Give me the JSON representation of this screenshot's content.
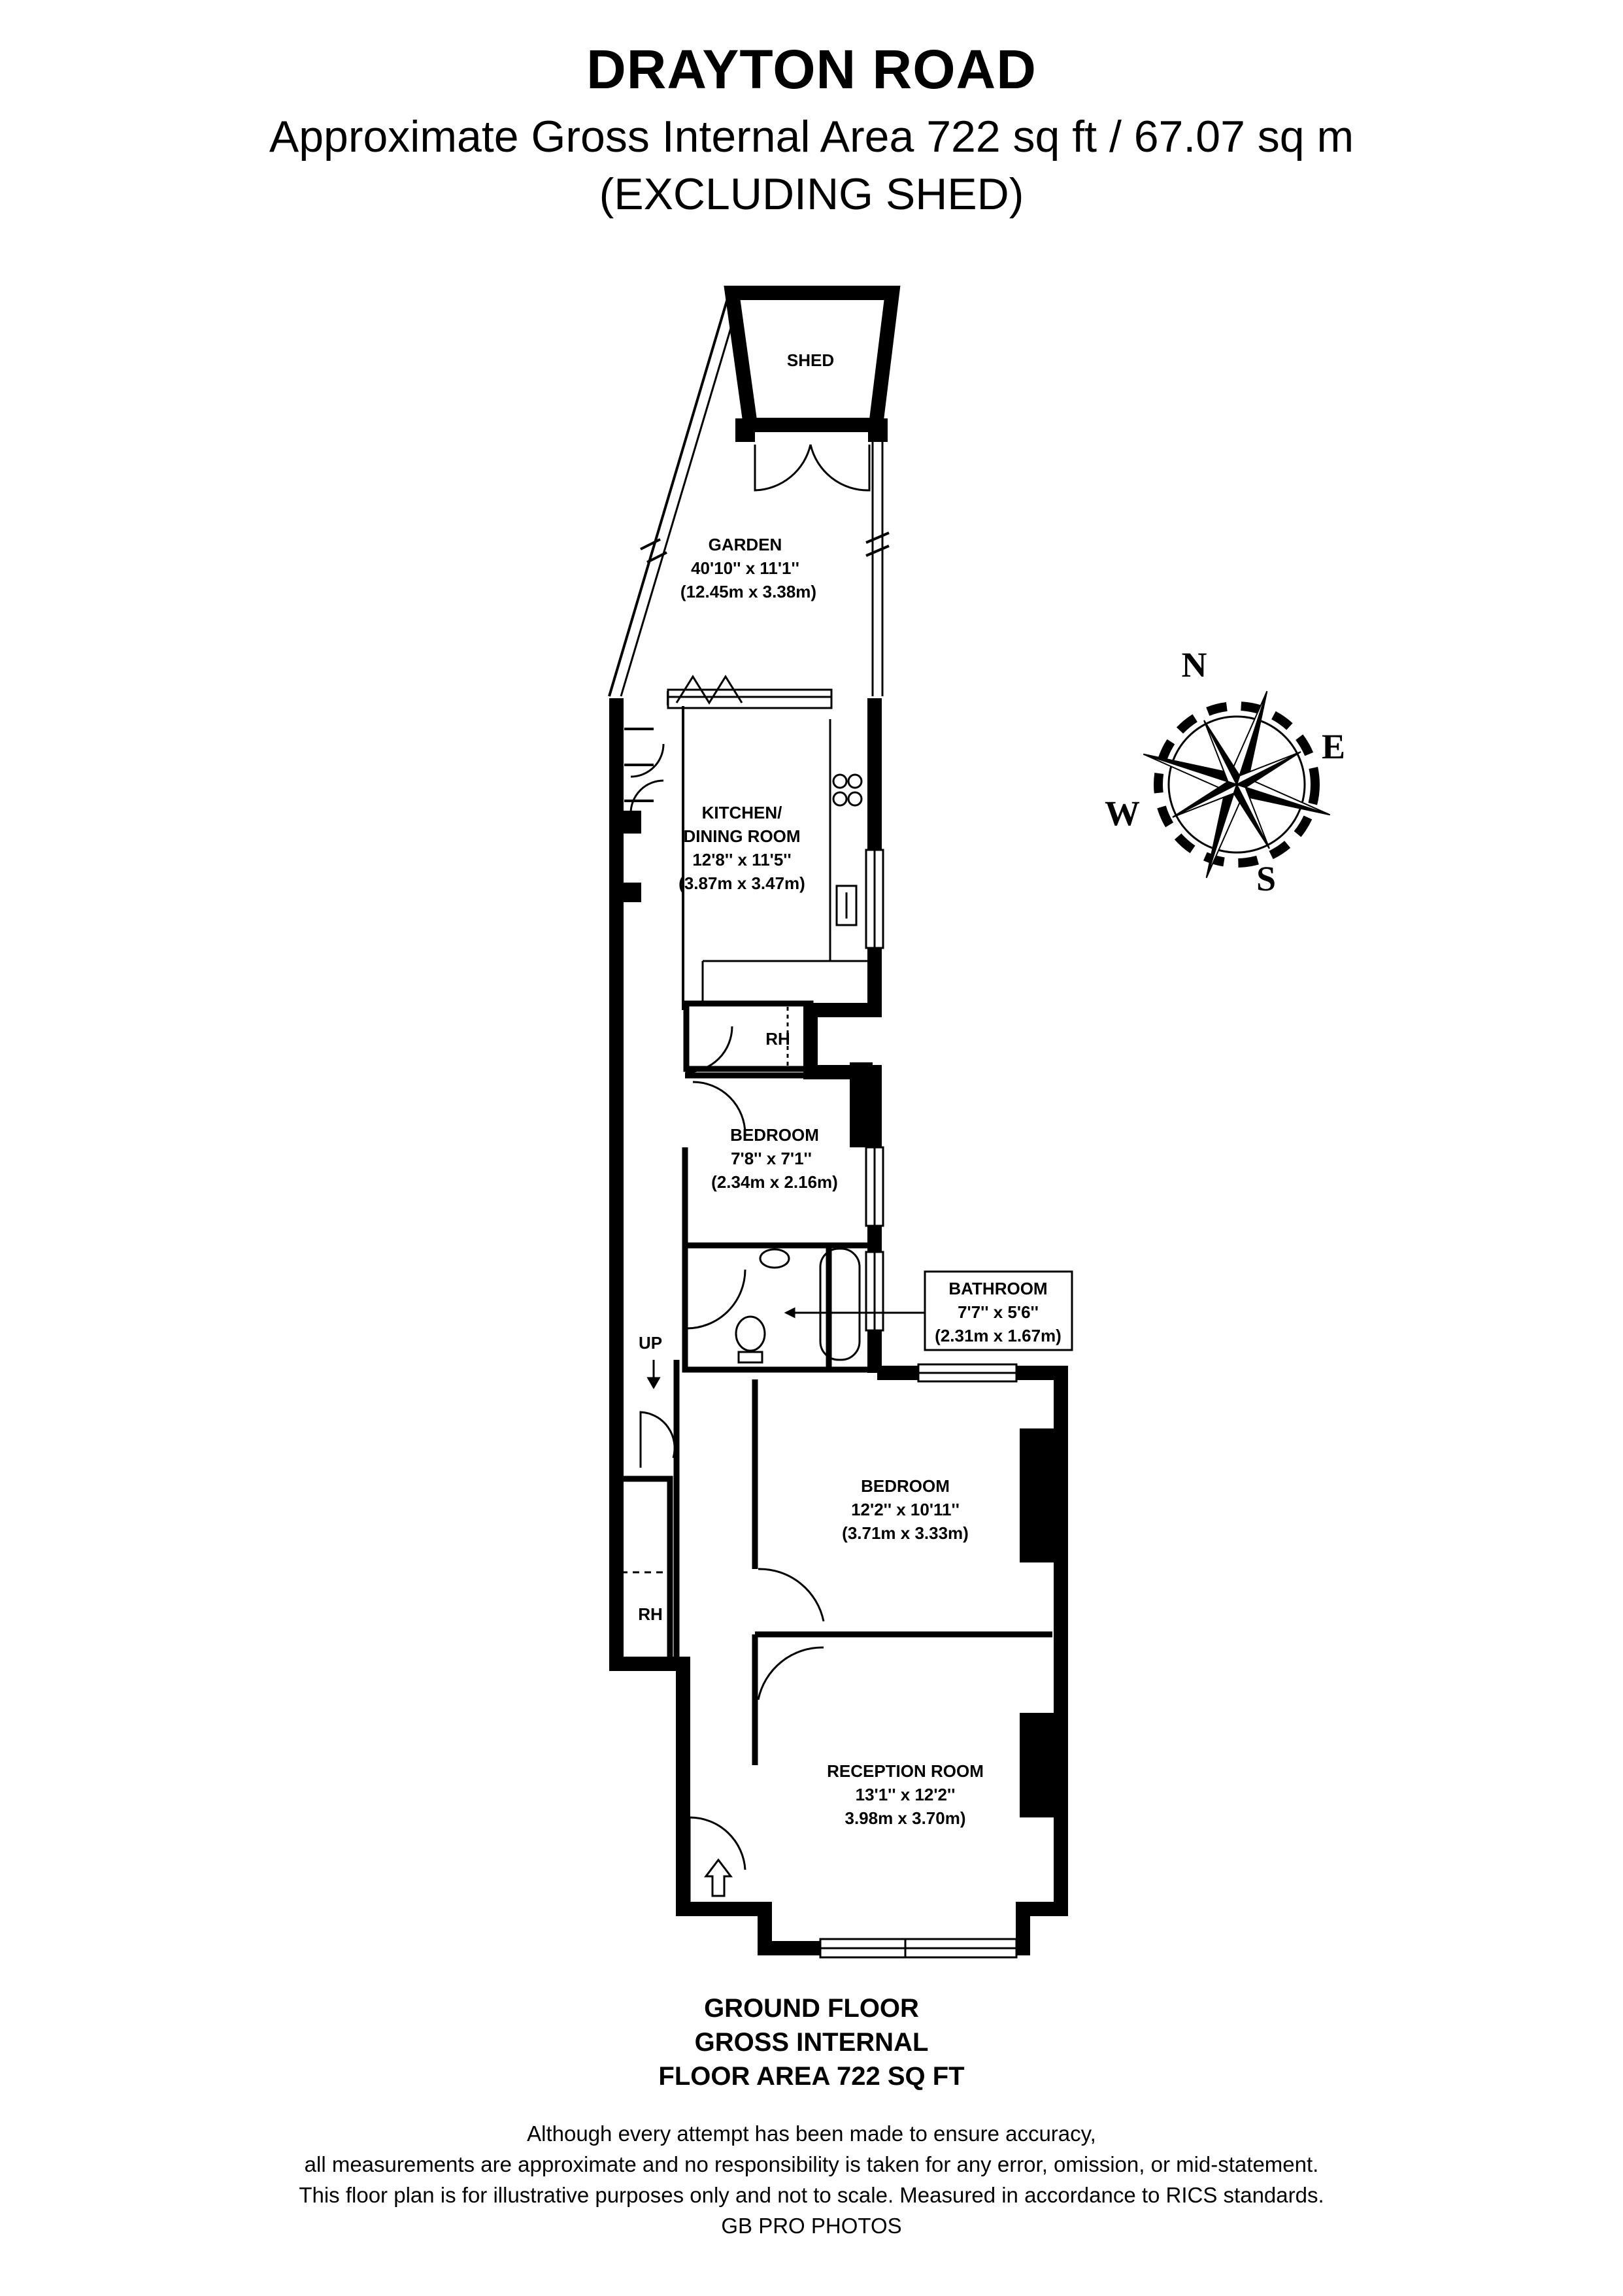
{
  "header": {
    "title": "DRAYTON ROAD",
    "area_line": "Approximate Gross Internal Area 722 sq ft / 67.07 sq m",
    "exclusion_line": "(EXCLUDING SHED)"
  },
  "rooms": {
    "shed": {
      "name": "SHED"
    },
    "garden": {
      "name": "GARDEN",
      "imperial": "40'10'' x 11'1''",
      "metric": "(12.45m x 3.38m)"
    },
    "kitchen": {
      "name_line1": "KITCHEN/",
      "name_line2": "DINING ROOM",
      "imperial": "12'8'' x 11'5''",
      "metric": "(3.87m x 3.47m)"
    },
    "rh_upper": {
      "name": "RH"
    },
    "bedroom_small": {
      "name": "BEDROOM",
      "imperial": "7'8'' x 7'1''",
      "metric": "(2.34m x 2.16m)"
    },
    "bathroom": {
      "name": "BATHROOM",
      "imperial": "7'7'' x 5'6''",
      "metric": "(2.31m x 1.67m)"
    },
    "up_label": "UP",
    "bedroom_large": {
      "name": "BEDROOM",
      "imperial": "12'2'' x 10'11''",
      "metric": "(3.71m x 3.33m)"
    },
    "rh_lower": {
      "name": "RH"
    },
    "reception": {
      "name": "RECEPTION ROOM",
      "imperial": "13'1'' x 12'2''",
      "metric": "3.98m x 3.70m)"
    }
  },
  "compass": {
    "n": "N",
    "e": "E",
    "s": "S",
    "w": "W"
  },
  "floor": {
    "line1": "GROUND FLOOR",
    "line2": "GROSS INTERNAL",
    "line3": "FLOOR AREA 722 SQ FT"
  },
  "disclaimer": {
    "line1": "Although every attempt has been made to ensure accuracy,",
    "line2": "all measurements are approximate and no responsibility is taken for any error, omission, or mid-statement.",
    "line3": "This floor plan is for illustrative purposes only and not to scale. Measured in accordance to RICS standards.",
    "credit": "GB PRO PHOTOS"
  }
}
